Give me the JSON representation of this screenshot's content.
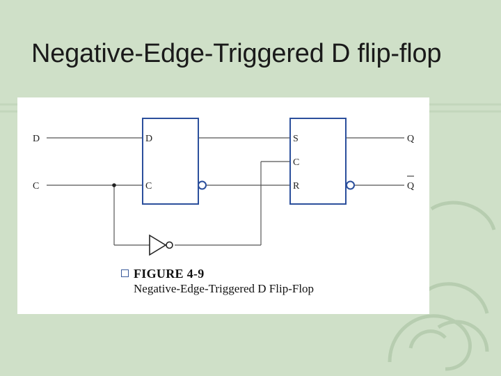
{
  "slide": {
    "title": "Negative-Edge-Triggered D flip-flop",
    "background_color": "#cfe0c8"
  },
  "figure": {
    "number": "FIGURE 4-9",
    "caption": "Negative-Edge-Triggered D Flip-Flop",
    "icons": [
      "caption-bullet-icon",
      "inverter-icon",
      "inversion-bubble-icon"
    ],
    "inputs": {
      "d": "D",
      "c": "C"
    },
    "d_latch": {
      "d_pin": "D",
      "c_pin": "C"
    },
    "sr_flipflop": {
      "s_pin": "S",
      "c_pin": "C",
      "r_pin": "R"
    },
    "outputs": {
      "q": "Q",
      "q_bar": "Q"
    }
  }
}
